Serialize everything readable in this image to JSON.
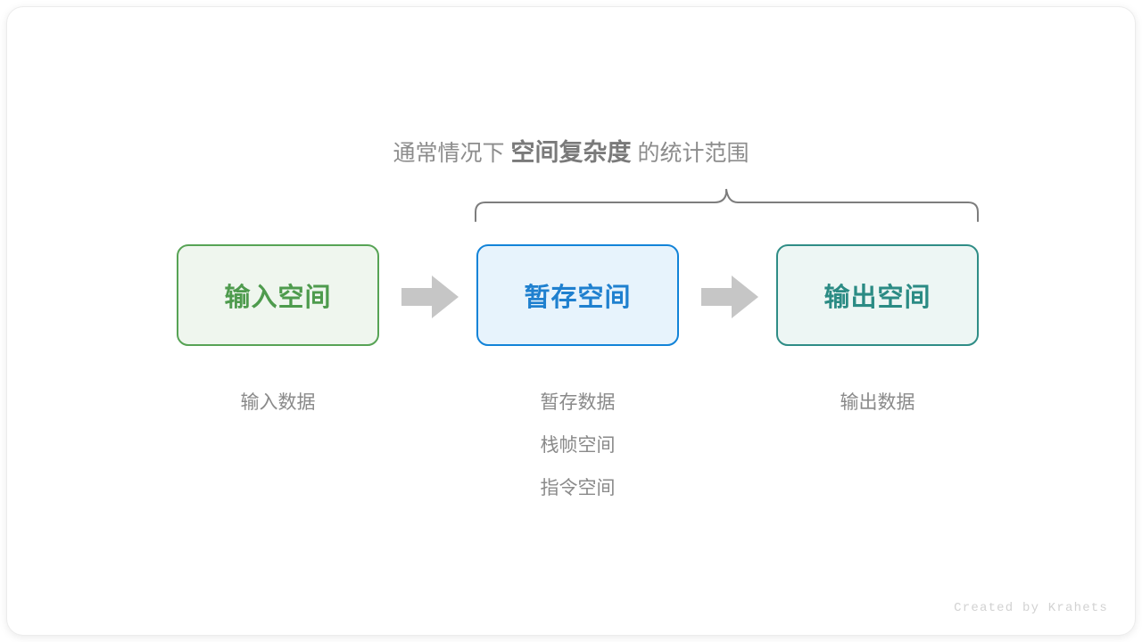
{
  "heading": {
    "prefix": "通常情况下",
    "emphasis": "空间复杂度",
    "suffix": "的统计范围"
  },
  "colors": {
    "input_border": "#57a355",
    "input_fill": "#eff6ee",
    "input_text": "#4e9b4d",
    "temp_border": "#1283d8",
    "temp_fill": "#e7f3fc",
    "temp_text": "#1f80cf",
    "output_border": "#2f8d86",
    "output_fill": "#edf6f4",
    "output_text": "#2b8b84",
    "arrow": "#c6c6c6",
    "brace": "#7d7d7d",
    "caption_text": "#8a8a8a",
    "heading_text": "#8c8c8c",
    "footer_text": "#d2d2d2"
  },
  "boxes": [
    {
      "id": "input",
      "label": "输入空间"
    },
    {
      "id": "temp",
      "label": "暂存空间"
    },
    {
      "id": "output",
      "label": "输出空间"
    }
  ],
  "arrows": [
    {
      "id": "arrow-1",
      "direction": "right"
    },
    {
      "id": "arrow-2",
      "direction": "right"
    }
  ],
  "captions": {
    "input": [
      "输入数据"
    ],
    "temp": [
      "暂存数据",
      "栈帧空间",
      "指令空间"
    ],
    "output": [
      "输出数据"
    ]
  },
  "brace": {
    "spans": [
      "暂存空间",
      "输出空间"
    ],
    "orientation": "horizontal-top"
  },
  "footer": {
    "credit": "Created by Krahets"
  }
}
